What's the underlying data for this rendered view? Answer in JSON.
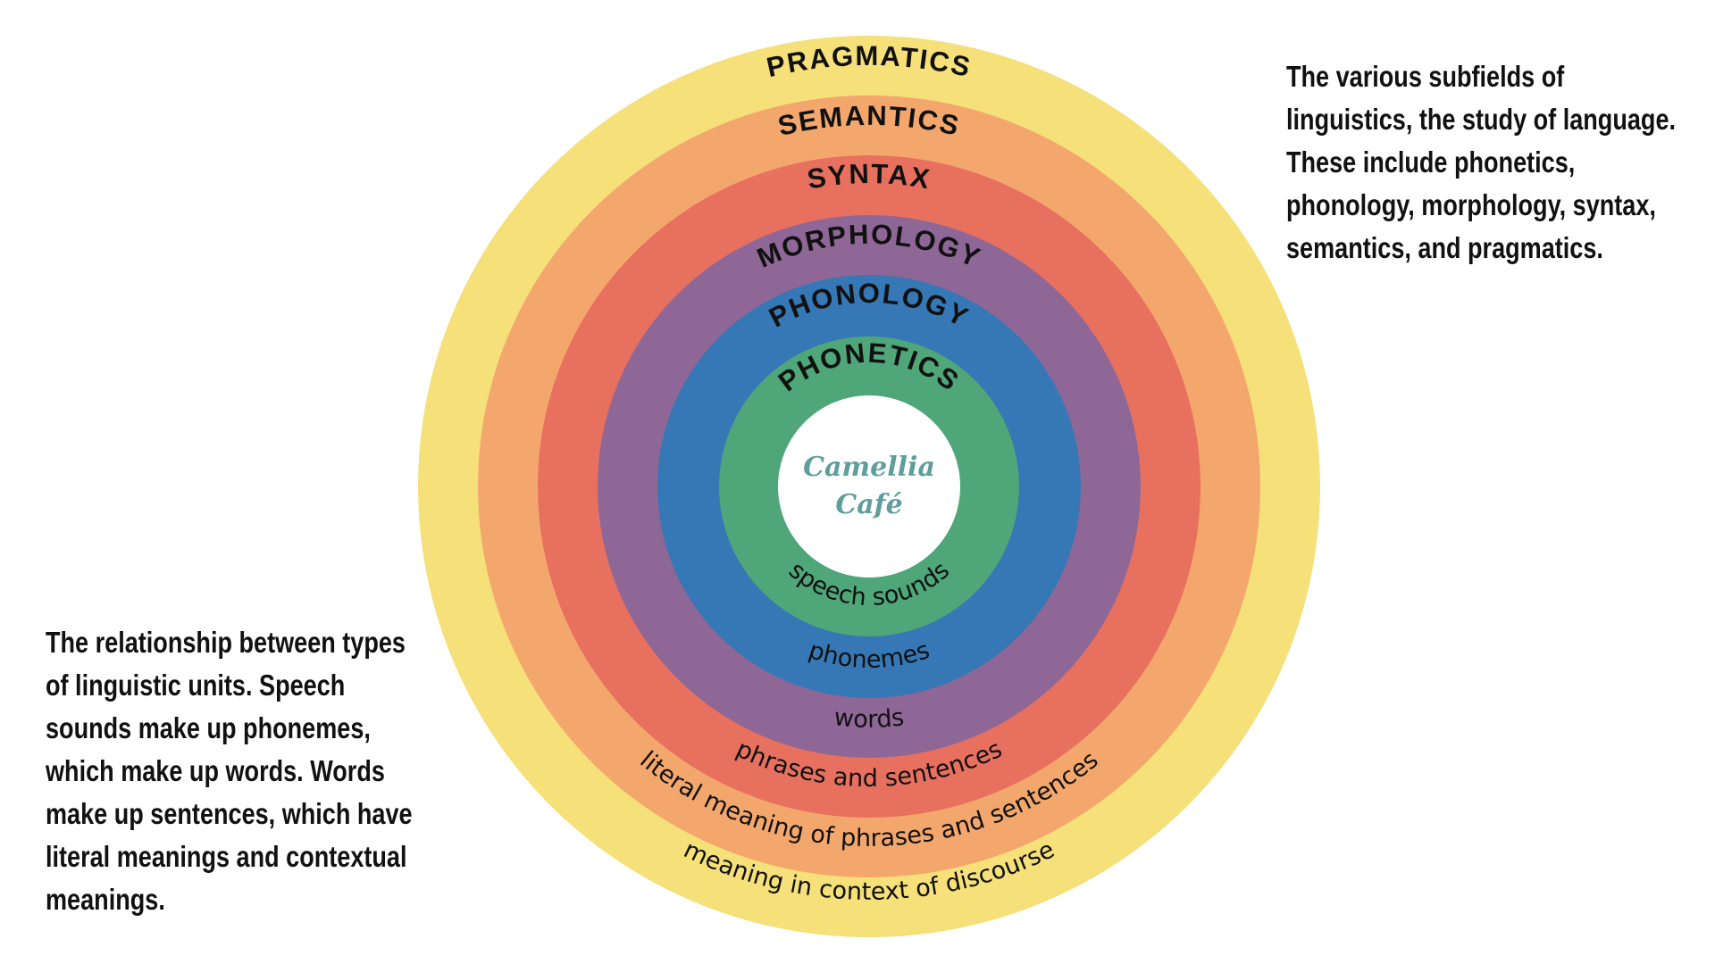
{
  "diagram": {
    "rings": [
      {
        "id": "pragmatics",
        "title": "PRAGMATICS",
        "unit": "meaning in context of discourse",
        "color": "#f5e07a"
      },
      {
        "id": "semantics",
        "title": "SEMANTICS",
        "unit": "literal meaning of phrases and sentences",
        "color": "#f4a76d"
      },
      {
        "id": "syntax",
        "title": "SYNTAX",
        "unit": "phrases and sentences",
        "color": "#e8705f"
      },
      {
        "id": "morphology",
        "title": "MORPHOLOGY",
        "unit": "words",
        "color": "#8e6797"
      },
      {
        "id": "phonology",
        "title": "PHONOLOGY",
        "unit": "phonemes",
        "color": "#3578b5"
      },
      {
        "id": "phonetics",
        "title": "PHONETICS",
        "unit": "speech sounds",
        "color": "#4ea679"
      }
    ],
    "center_logo": {
      "line1": "Camellia",
      "line2": "Café",
      "color": "#5e9e9c"
    }
  },
  "captions": {
    "top_right": "The various subfields of linguistics, the study of language. These include phonetics, phonology, morphology, syntax, semantics, and pragmatics.",
    "bottom_left": "The relationship between types of linguistic units. Speech sounds make up phonemes, which make up words. Words make up sentences, which have literal meanings and contextual meanings."
  }
}
